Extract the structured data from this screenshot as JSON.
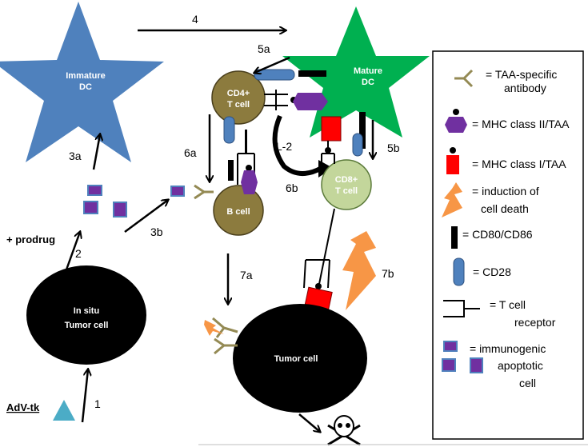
{
  "cells": {
    "immature_dc": [
      "Immature",
      "DC"
    ],
    "mature_dc": [
      "Mature",
      "DC"
    ],
    "cd4": [
      "CD4+",
      "T cell"
    ],
    "cd8": [
      "CD8+",
      "T cell"
    ],
    "b_cell": "B cell",
    "in_situ": [
      "In situ",
      "Tumor cell"
    ],
    "tumor": "Tumor cell"
  },
  "labels": {
    "adv_tk": "AdV-tk",
    "prodrug": "+ prodrug",
    "il2": "IL-2",
    "s1": "1",
    "s2": "2",
    "s3a": "3a",
    "s3b": "3b",
    "s4": "4",
    "s5a": "5a",
    "s5b": "5b",
    "s6a": "6a",
    "s6b": "6b",
    "s7a": "7a",
    "s7b": "7b"
  },
  "legend": {
    "antibody": [
      "= TAA-specific",
      "antibody"
    ],
    "mhc2": "= MHC class II/TAA",
    "mhc1": "= MHC class I/TAA",
    "death": [
      "= induction of",
      "cell death"
    ],
    "cd80": "= CD80/CD86",
    "cd28": "= CD28",
    "tcr": [
      "= T cell",
      "receptor"
    ],
    "apoptotic": [
      "= immunogenic",
      "apoptotic",
      "cell"
    ]
  },
  "colors": {
    "immature_dc": "#4f81bd",
    "mature_dc": "#00b050",
    "b_cd4": "#8c7b3e",
    "cd8": "#c3d69b",
    "mhc2": "#7030a0",
    "mhc1": "#ff0000",
    "death": "#f79646",
    "cd28": "#4f81bd",
    "antibody": "#948a54",
    "adv": "#4bacc6"
  }
}
